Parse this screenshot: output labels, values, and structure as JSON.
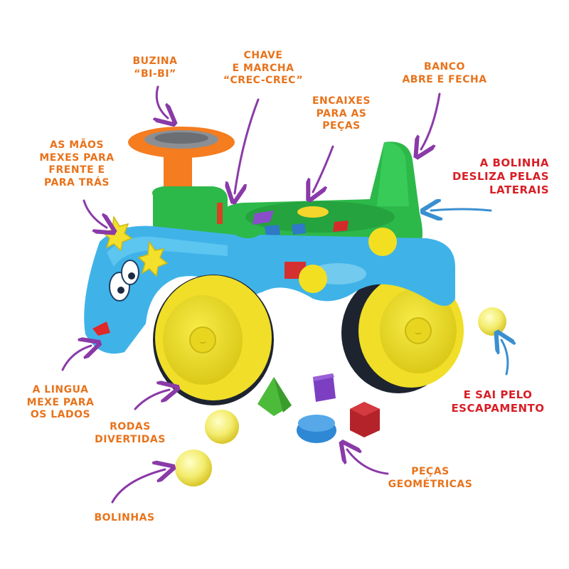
{
  "labels": {
    "buzina": [
      "Buzina",
      "“Bi-Bi”"
    ],
    "chave": [
      "Chave",
      "e marcha",
      "“crec-crec”"
    ],
    "banco": [
      "Banco",
      "abre e fecha"
    ],
    "encaixes": [
      "encaixes",
      "para as",
      "peças"
    ],
    "maos": [
      "As mãos",
      "mexes para",
      "frente e",
      "para trás"
    ],
    "bolinha_desliza": [
      "A Bolinha",
      "desliza pelas",
      "laterais"
    ],
    "lingua": [
      "A lingua",
      "mexe para",
      "os lados"
    ],
    "rodas": [
      "Rodas",
      "divertidas"
    ],
    "sai_pelo": [
      "e sai pelo",
      "escapamento"
    ],
    "pecas": [
      "Peças",
      "geométricas"
    ],
    "bolinhas": [
      "Bolinhas"
    ]
  },
  "wheel_text": "SORRISO",
  "colors": {
    "label_orange": "#e8731c",
    "label_red": "#d81f26",
    "arrow_purple": "#8a3aa8",
    "arrow_blue": "#3a8fd0",
    "body_green": "#2db84a",
    "body_blue": "#3fb3e8",
    "wheel_yellow": "#f2e12a",
    "steering_orange": "#f57c1f"
  }
}
